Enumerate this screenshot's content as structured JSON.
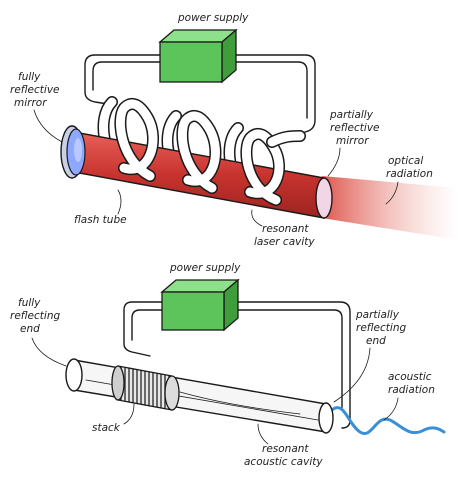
{
  "laser": {
    "power_supply": "power supply",
    "fully_reflective_mirror": [
      "fully",
      "reflective",
      "mirror"
    ],
    "partially_reflective_mirror": [
      "partially",
      "reflective",
      "mirror"
    ],
    "optical_radiation": [
      "optical",
      "radiation"
    ],
    "flash_tube": "flash tube",
    "resonant_laser_cavity": [
      "resonant",
      "laser cavity"
    ]
  },
  "acoustic": {
    "power_supply": "power supply",
    "fully_reflecting_end": [
      "fully",
      "reflecting",
      "end"
    ],
    "partially_reflecting_end": [
      "partially",
      "reflecting",
      "end"
    ],
    "acoustic_radiation": [
      "acoustic",
      "radiation"
    ],
    "stack": "stack",
    "resonant_acoustic_cavity": [
      "resonant",
      "acoustic cavity"
    ]
  },
  "colors": {
    "laser_rod": "#c8332e",
    "power_box": "#5cc45a",
    "mirror": "#8fa8ff",
    "acoustic_wave": "#3a8fd6",
    "ink": "#1a1a1a"
  }
}
